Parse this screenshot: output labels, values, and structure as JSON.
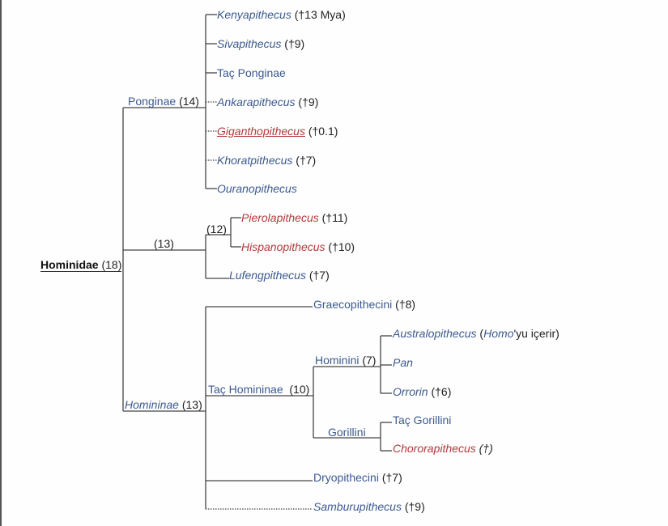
{
  "colors": {
    "blue": "#3b5a8f",
    "red": "#b23a3a",
    "line": "#444444"
  },
  "root": {
    "name": "Hominidae",
    "count": "(18)"
  },
  "ponginae": {
    "name": "Ponginae",
    "count": "(14)",
    "leaves": [
      {
        "name": "Kenyapithecus",
        "note": "(†13 Mya)"
      },
      {
        "name": "Sivapithecus",
        "note": "(†9)"
      },
      {
        "name": "Taç Ponginae",
        "note": ""
      },
      {
        "name": "Ankarapithecus",
        "note": "(†9)"
      },
      {
        "name": "Giganthopithecus",
        "note": "(†0.1)"
      },
      {
        "name": "Khoratpithecus",
        "note": "(†7)"
      },
      {
        "name": "Ouranopithecus",
        "note": ""
      }
    ]
  },
  "clade13": {
    "count": "(13)",
    "clade12": {
      "count": "(12)",
      "leaves": [
        {
          "name": "Pierolapithecus",
          "note": "(†11)"
        },
        {
          "name": "Hispanopithecus",
          "note": "(†10)"
        }
      ]
    },
    "lufeng": {
      "name": "Lufengpithecus",
      "note": "(†7)"
    }
  },
  "homininae": {
    "name": "Homininae",
    "count": "(13)",
    "graeco": {
      "name": "Graecopithecini",
      "note": "(†8)"
    },
    "crown": {
      "name": "Taç Homininae",
      "count": "(10)",
      "hominini": {
        "name": "Hominini",
        "count": "(7)",
        "leaves": [
          {
            "name": "Australopithecus",
            "note_open": "(",
            "note_it": "Homo",
            "note_close": "'yu içerir)"
          },
          {
            "name": "Pan",
            "note": ""
          },
          {
            "name": "Orrorin",
            "note": "(†6)"
          }
        ]
      },
      "gorillini": {
        "name": "Gorillini",
        "leaves": [
          {
            "name": "Taç Gorillini",
            "note": ""
          },
          {
            "name": "Chororapithecus",
            "note": "(†)"
          }
        ]
      }
    },
    "dryo": {
      "name": "Dryopithecini",
      "note": "(†7)"
    },
    "sambu": {
      "name": "Samburupithecus",
      "note": "(†9)"
    }
  }
}
